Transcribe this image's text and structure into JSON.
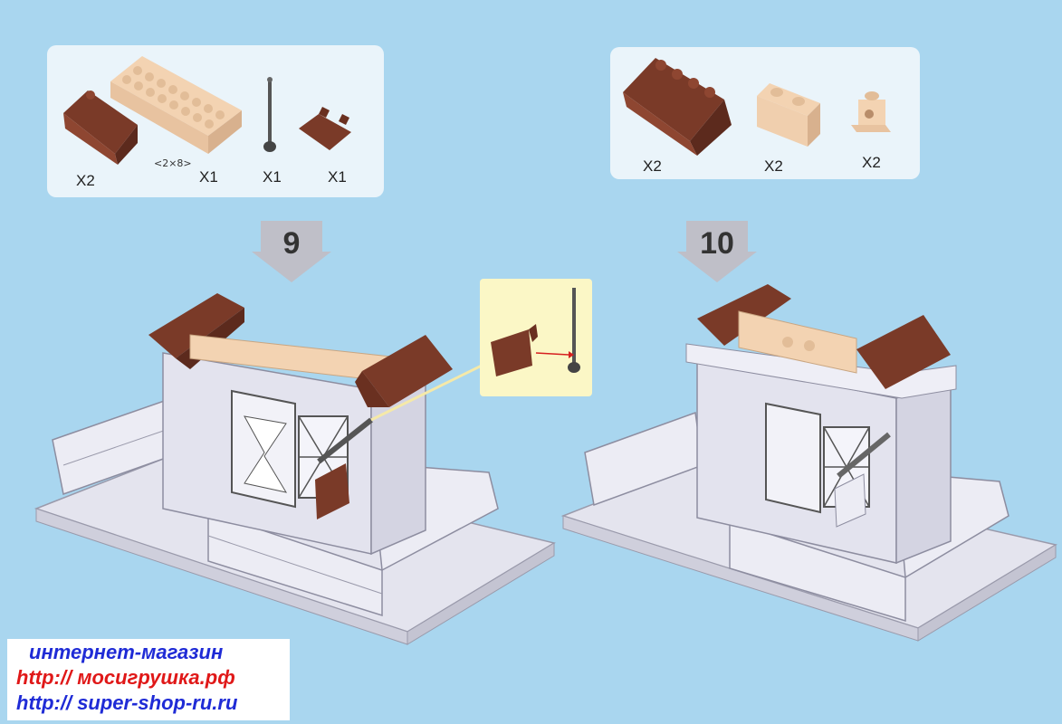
{
  "step9": {
    "number": "9",
    "parts": [
      {
        "name": "brown-slope-brick",
        "qty": "X2"
      },
      {
        "name": "tan-plate-2x8",
        "dimension": "<2×8>",
        "qty": "X1"
      },
      {
        "name": "grey-antenna-bar",
        "qty": "X1"
      },
      {
        "name": "brown-flag-plate",
        "qty": "X1"
      }
    ]
  },
  "step10": {
    "number": "10",
    "parts": [
      {
        "name": "brown-slope-brick",
        "qty": "X2"
      },
      {
        "name": "tan-brick-1x2",
        "qty": "X2"
      },
      {
        "name": "tan-headlight-brick",
        "qty": "X2"
      }
    ]
  },
  "watermark": {
    "line1": "интернет-магазин",
    "line2": "http:// мосигрушка.рф",
    "line3": "http:// super-shop-ru.ru"
  },
  "colors": {
    "background": "#a9d6ef",
    "panel": "#eaf4fa",
    "brown": "#7a3a28",
    "tan": "#f3d3b2",
    "wall": "#e2e2ee",
    "callout": "#fbf7c6",
    "watermark_blue": "#1f2bd6",
    "watermark_red": "#e01818"
  }
}
